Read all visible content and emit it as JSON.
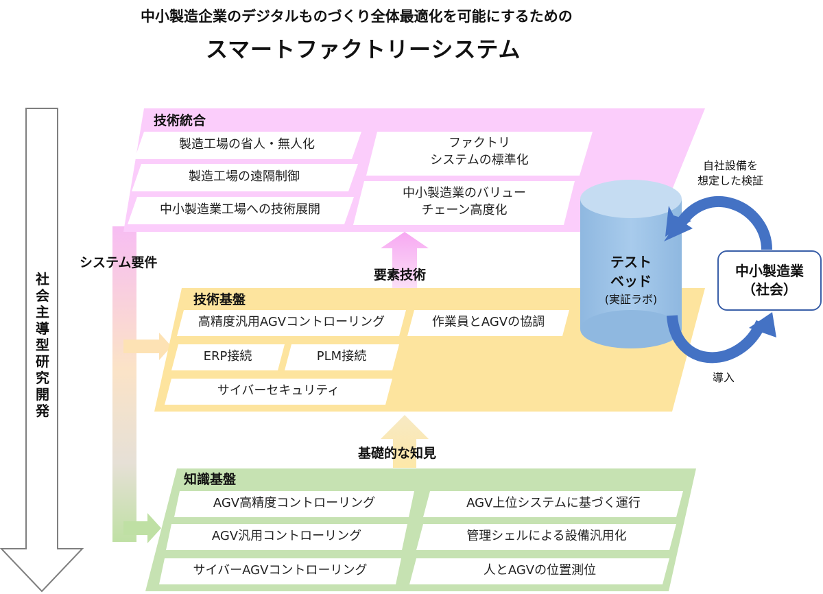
{
  "title": {
    "sub": "中小製造企業のデジタルものづくり全体最適化を可能にするための",
    "main": "スマートファクトリーシステム"
  },
  "vertical_arrow_label": "社会主導型研究開発",
  "system_requirements": "システム要件",
  "element_technology": "要素技術",
  "basic_knowledge": "基礎的な知見",
  "layers": {
    "integration": {
      "title": "技術統合",
      "color": "#fbcdfb",
      "items": [
        "製造工場の省人・無人化",
        "製造工場の遠隔制御",
        "中小製造業工場への技術展開",
        "ファクトリ",
        "システムの標準化",
        "中小製造業のバリュー",
        "チェーン高度化"
      ]
    },
    "foundation": {
      "title": "技術基盤",
      "color": "#fde49e",
      "items": [
        "高精度汎用AGVコントローリング",
        "作業員とAGVの協調",
        "ERP接続",
        "PLM接続",
        "サイバーセキュリティ"
      ]
    },
    "knowledge": {
      "title": "知識基盤",
      "color": "#c6e2b2",
      "items": [
        "AGV高精度コントローリング",
        "AGV上位システムに基づく運行",
        "AGV汎用コントローリング",
        "管理シェルによる設備汎用化",
        "サイバーAGVコントローリング",
        "人とAGVの位置測位"
      ]
    }
  },
  "testbed": {
    "title_line1": "テスト",
    "title_line2": "ベッド",
    "subtitle": "(実証ラボ)",
    "color": "#9dc3e6"
  },
  "company": {
    "line1": "中小製造業",
    "line2": "（社会）",
    "border_color": "#3a5fa8"
  },
  "cycle": {
    "top_label_line1": "自社設備を",
    "top_label_line2": "想定した検証",
    "bottom_label": "導入",
    "color": "#4472c4"
  }
}
